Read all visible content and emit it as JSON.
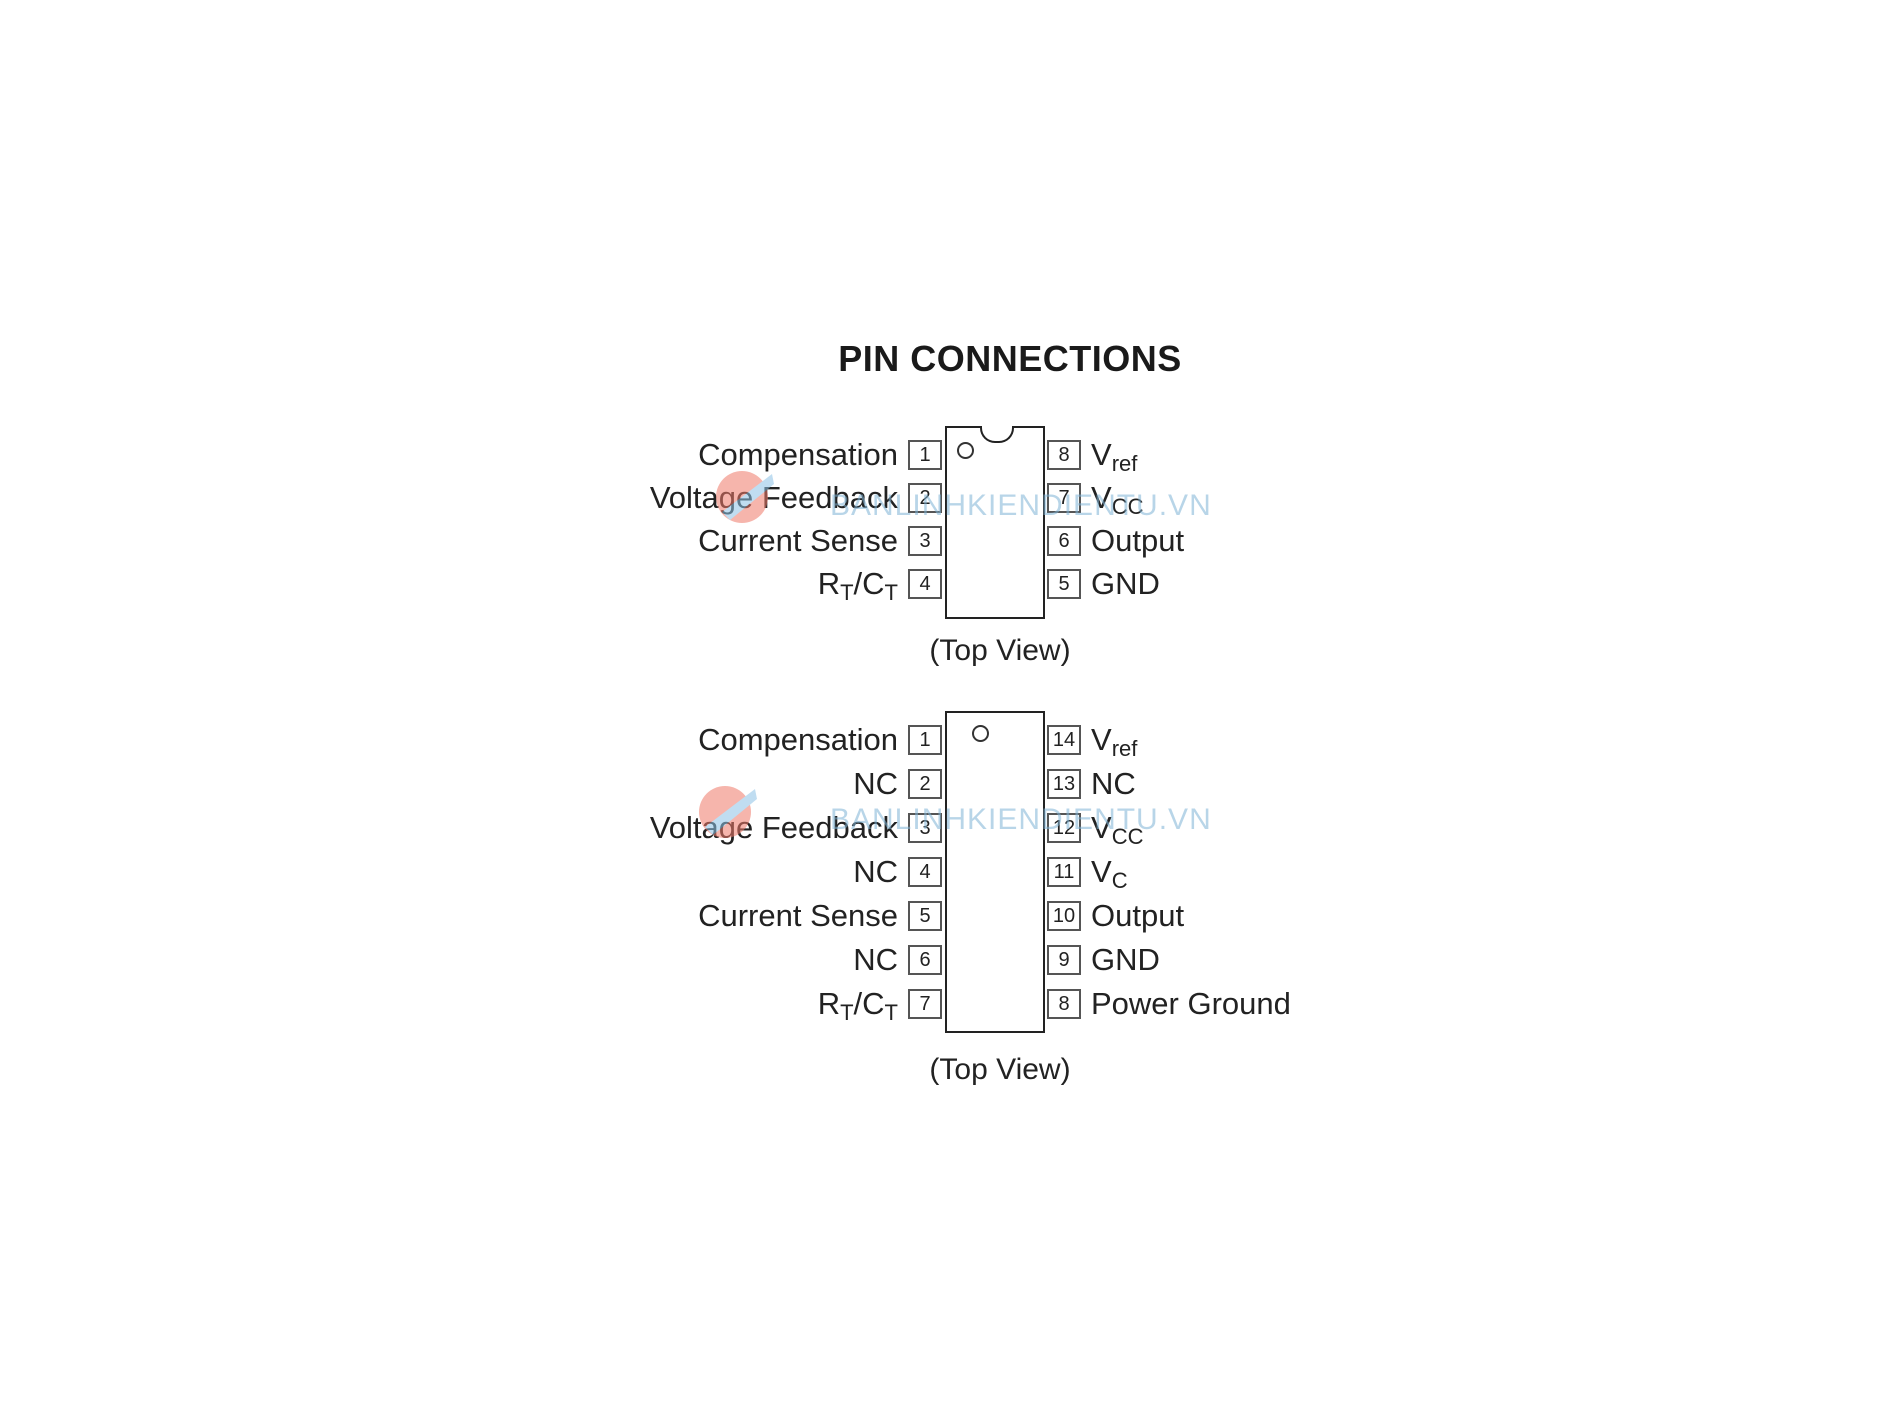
{
  "title": "PIN CONNECTIONS",
  "watermark": "BANLINHKIENDIENTU.VN",
  "package8": {
    "caption": "(Top View)",
    "left_pins": [
      {
        "num": "1",
        "label": "Compensation",
        "sub": ""
      },
      {
        "num": "2",
        "label": "Voltage Feedback",
        "sub": ""
      },
      {
        "num": "3",
        "label": "Current Sense",
        "sub": ""
      },
      {
        "num": "4",
        "label": "R",
        "sub": "T",
        "label2": "/C",
        "sub2": "T"
      }
    ],
    "right_pins": [
      {
        "num": "8",
        "label": "V",
        "sub": "ref"
      },
      {
        "num": "7",
        "label": "V",
        "sub": "CC"
      },
      {
        "num": "6",
        "label": "Output",
        "sub": ""
      },
      {
        "num": "5",
        "label": "GND",
        "sub": ""
      }
    ]
  },
  "package14": {
    "caption": "(Top View)",
    "left_pins": [
      {
        "num": "1",
        "label": "Compensation",
        "sub": ""
      },
      {
        "num": "2",
        "label": "NC",
        "sub": ""
      },
      {
        "num": "3",
        "label": "Voltage Feedback",
        "sub": ""
      },
      {
        "num": "4",
        "label": "NC",
        "sub": ""
      },
      {
        "num": "5",
        "label": "Current Sense",
        "sub": ""
      },
      {
        "num": "6",
        "label": "NC",
        "sub": ""
      },
      {
        "num": "7",
        "label": "R",
        "sub": "T",
        "label2": "/C",
        "sub2": "T"
      }
    ],
    "right_pins": [
      {
        "num": "14",
        "label": "V",
        "sub": "ref"
      },
      {
        "num": "13",
        "label": "NC",
        "sub": ""
      },
      {
        "num": "12",
        "label": "V",
        "sub": "CC"
      },
      {
        "num": "11",
        "label": "V",
        "sub": "C"
      },
      {
        "num": "10",
        "label": "Output",
        "sub": ""
      },
      {
        "num": "9",
        "label": "GND",
        "sub": ""
      },
      {
        "num": "8",
        "label": "Power Ground",
        "sub": ""
      }
    ]
  }
}
